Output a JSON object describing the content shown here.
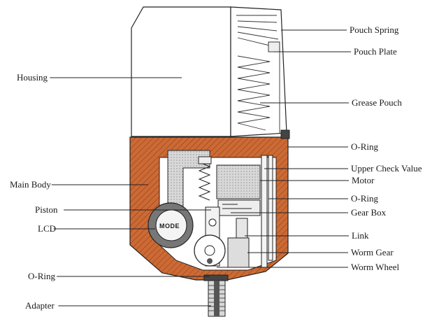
{
  "diagram": {
    "left_labels": [
      {
        "id": "housing",
        "text": "Housing"
      },
      {
        "id": "main-body",
        "text": "Main Body"
      },
      {
        "id": "piston",
        "text": "Piston"
      },
      {
        "id": "lcd",
        "text": "LCD"
      },
      {
        "id": "o-ring-bottom",
        "text": "O-Ring"
      },
      {
        "id": "adapter",
        "text": "Adapter"
      }
    ],
    "right_labels": [
      {
        "id": "pouch-spring",
        "text": "Pouch Spring"
      },
      {
        "id": "pouch-plate",
        "text": "Pouch Plate"
      },
      {
        "id": "grease-pouch",
        "text": "Grease Pouch"
      },
      {
        "id": "o-ring-upper",
        "text": "O-Ring"
      },
      {
        "id": "upper-check-value",
        "text": "Upper Check Value"
      },
      {
        "id": "motor",
        "text": "Motor"
      },
      {
        "id": "o-ring-middle",
        "text": "O-Ring"
      },
      {
        "id": "gear-box",
        "text": "Gear Box"
      },
      {
        "id": "link",
        "text": "Link"
      },
      {
        "id": "worm-gear",
        "text": "Worm Gear"
      },
      {
        "id": "worm-wheel",
        "text": "Worm Wheel"
      }
    ],
    "display_text": "MODE",
    "colors": {
      "body": "#cc6a35",
      "body_hatch": "#8a3a14",
      "line": "#222222",
      "housing": "#ffffff",
      "steel": "#cfcfcf",
      "dark": "#555555"
    }
  }
}
